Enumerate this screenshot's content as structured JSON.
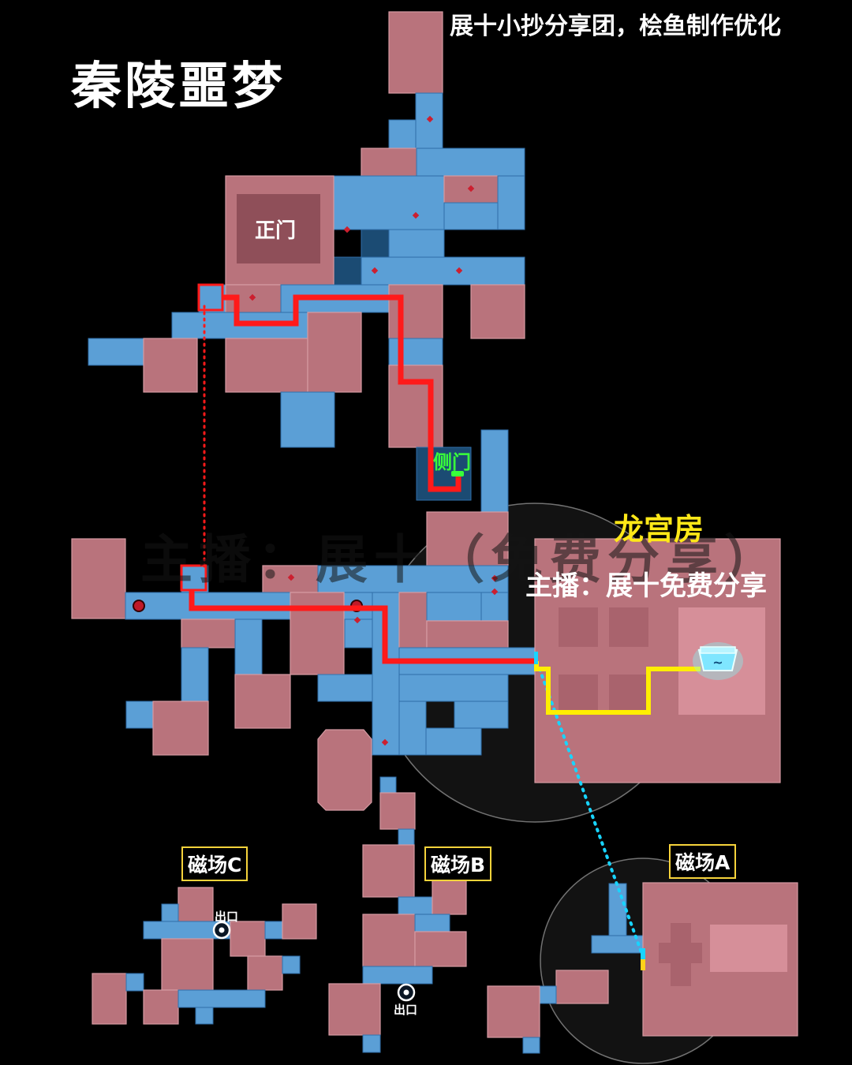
{
  "map": {
    "title": "秦陵噩梦",
    "credit": "展十小抄分享团，桧鱼制作优化",
    "labels": {
      "main_gate": "正门",
      "side_gate": "侧门",
      "dragon_palace": "龙宫房",
      "host_note": "主播：展十免费分享",
      "watermark": "主播：展十（免费分享）",
      "field_a": "磁场A",
      "field_b": "磁场B",
      "field_c": "磁场C",
      "exit_c": "出口",
      "exit_b": "出口"
    },
    "route_colors": {
      "main_route": "#ff1a1a",
      "dragon_route": "#ffee00",
      "teleport_red": "#ff1a1a",
      "teleport_cyan": "#18d4ff",
      "side_gate_marker": "#39ff3a"
    },
    "room_colors": {
      "corridor": "#5b9fd6",
      "chamber": "#b9737c",
      "dark_room": "#1b4b73"
    },
    "icons": [
      "treasure-chest-icon",
      "exit-portal-icon",
      "enemy-marker-icon"
    ]
  }
}
